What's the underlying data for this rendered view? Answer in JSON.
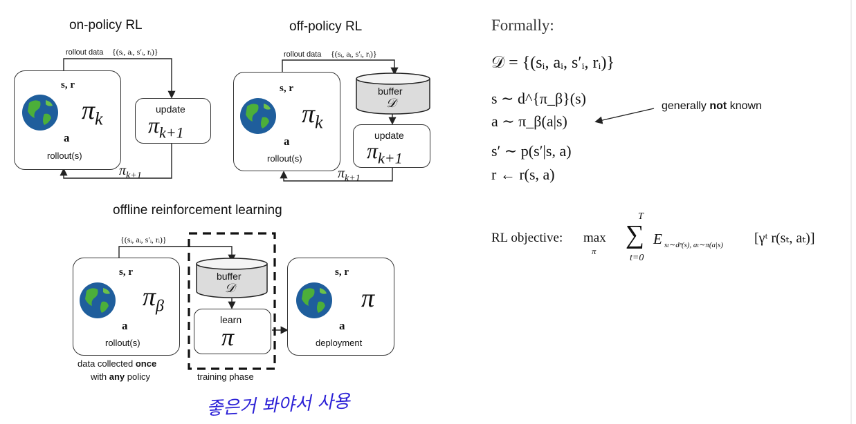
{
  "onpolicy": {
    "title": "on-policy RL",
    "rollout_data": "rollout data",
    "tuple": "{(sᵢ, aᵢ, s′ᵢ, rᵢ)}",
    "s_r": "s, r",
    "pi": "π",
    "pi_sub": "k",
    "a": "a",
    "rollouts": "rollout(s)",
    "update": "update",
    "pi_next": "π",
    "pi_next_sub": "k+1",
    "feedback": "π",
    "feedback_sub": "k+1"
  },
  "offpolicy": {
    "title": "off-policy RL",
    "rollout_data": "rollout data",
    "tuple": "{(sᵢ, aᵢ, s′ᵢ, rᵢ)}",
    "s_r": "s, r",
    "pi": "π",
    "pi_sub": "k",
    "a": "a",
    "rollouts": "rollout(s)",
    "buffer": "buffer",
    "buffer_D": "𝒟",
    "update": "update",
    "pi_next": "π",
    "pi_next_sub": "k+1",
    "feedback": "π",
    "feedback_sub": "k+1"
  },
  "offline": {
    "title": "offline reinforcement learning",
    "tuple": "{(sᵢ, aᵢ, s′ᵢ, rᵢ)}",
    "s_r": "s, r",
    "pi": "π",
    "pi_sub": "β",
    "a": "a",
    "rollouts": "rollout(s)",
    "buffer": "buffer",
    "buffer_D": "𝒟",
    "learn": "learn",
    "learn_pi": "π",
    "deploy_s_r": "s, r",
    "deploy_pi": "π",
    "deploy_a": "a",
    "deployment": "deployment",
    "caption_1a": "data collected ",
    "caption_1b": "once",
    "caption_2a": "with ",
    "caption_2b": "any",
    "caption_2c": " policy",
    "training_phase": "training phase"
  },
  "handwriting": "좋은거 봐야서 사용",
  "formal": {
    "heading": "Formally:",
    "dataset": "𝒟 = {(sᵢ, aᵢ, s′ᵢ, rᵢ)}",
    "line_s": "s ∼ d^{π_β}(s)",
    "line_a": "a ∼ π_β(a|s)",
    "line_sp": "s′ ∼ p(s′|s, a)",
    "line_r": "r ← r(s, a)",
    "note_pre": "generally ",
    "note_bold": "not",
    "note_post": " known",
    "objective_label": "RL objective:",
    "objective_max": "max",
    "objective_max_sub": "π",
    "objective_sum_top": "T",
    "objective_sum_bottom": "t=0",
    "objective_E": "E",
    "objective_E_sub": "sₜ∼dᵖ(s), aₜ∼π(a|s)",
    "objective_body": "[γᵗ r(sₜ, aₜ)]"
  },
  "colors": {
    "ink": "#111111",
    "handwriting": "#2a1fd6",
    "buffer_fill": "#dcdcdc"
  }
}
